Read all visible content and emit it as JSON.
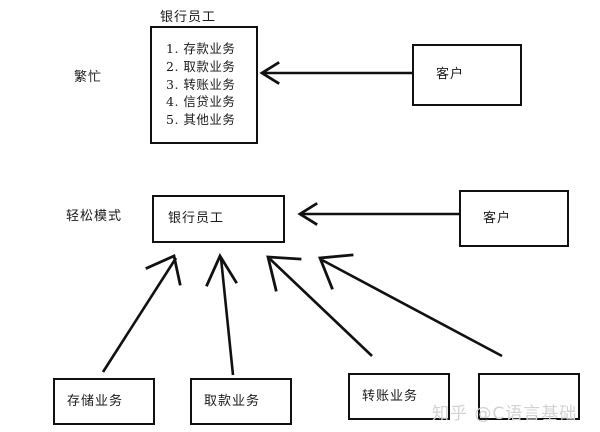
{
  "diagram": {
    "title_top": "银行员工",
    "mode_labels": {
      "busy": "繁忙",
      "relaxed": "轻松模式"
    },
    "busy_section": {
      "services_box": {
        "items": [
          "1. 存款业务",
          "2. 取款业务",
          "3. 转账业务",
          "4. 信贷业务",
          "5. 其他业务"
        ]
      },
      "customer_box": "客户"
    },
    "relaxed_section": {
      "bank_staff_box": "银行员工",
      "customer_box": "客户",
      "service_boxes": [
        "存储业务",
        "取款业务",
        "转账业务",
        ""
      ]
    },
    "watermark": "知乎 @C语言基础",
    "colors": {
      "stroke": "#111111",
      "text": "#1a1a1a",
      "background": "#ffffff",
      "watermark": "#d2d2d2"
    }
  }
}
